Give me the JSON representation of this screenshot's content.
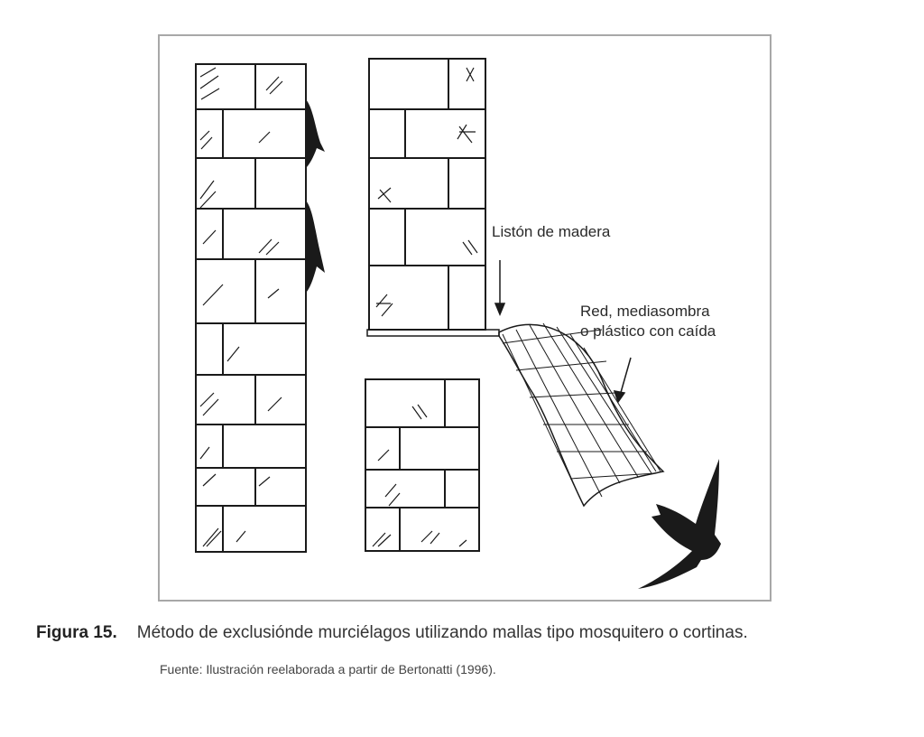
{
  "figure": {
    "labels": {
      "slat": "Listón de madera",
      "net_line1": "Red, mediasombra",
      "net_line2": "o plástico con caída"
    },
    "caption": {
      "number": "Figura 15.",
      "text": "Método de exclusiónde murciélagos utilizando mallas tipo mosquitero o cortinas."
    },
    "source": "Fuente: Ilustración reelaborada a partir de Bertonatti (1996)."
  },
  "colors": {
    "frame": "#a8a8a8",
    "ink": "#1a1a1a",
    "text": "#333333"
  }
}
